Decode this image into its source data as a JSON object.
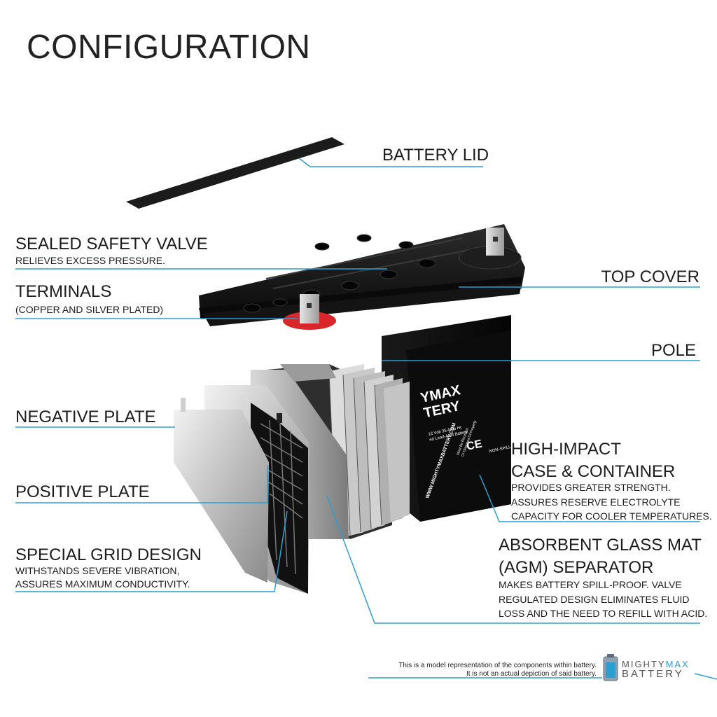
{
  "title": "CONFIGURATION",
  "labels": {
    "battery_lid": "BATTERY LID",
    "sealed_valve": "SEALED SAFETY VALVE",
    "sealed_valve_sub": "RELIEVES EXCESS PRESSURE.",
    "terminals": "TERMINALS",
    "terminals_sub": "(COPPER AND SILVER PLATED)",
    "top_cover": "TOP COVER",
    "pole": "POLE",
    "negative_plate": "NEGATIVE PLATE",
    "positive_plate": "POSITIVE PLATE",
    "grid_design": "SPECIAL GRID DESIGN",
    "grid_design_sub1": "WITHSTANDS SEVERE VIBRATION,",
    "grid_design_sub2": "ASSURES MAXIMUM CONDUCTIVITY.",
    "case_line1": "HIGH-IMPACT",
    "case_line2": "CASE & CONTAINER",
    "case_sub1": "PROVIDES GREATER STRENGTH.",
    "case_sub2": "ASSURES RESERVE ELECTROLYTE",
    "case_sub3": "CAPACITY FOR COOLER TEMPERATURES.",
    "agm_line1": "ABSORBENT GLASS MAT",
    "agm_line2": "(AGM) SEPARATOR",
    "agm_sub1": "MAKES BATTERY SPILL-PROOF. VALVE",
    "agm_sub2": "REGULATED DESIGN ELIMINATES FLUID",
    "agm_sub3": "LOSS AND THE NEED TO REFILL WITH ACID."
  },
  "battery_print": {
    "brand1": "YMAX",
    "brand2": "TERY",
    "spec1": "12 Volt 35 Amp Hr.",
    "spec2": "ed Lead-Acid Battery",
    "cert": "CE",
    "nonspill": "NON-SPILLABLE",
    "url": "WWW.MIGHTYMAXBATTERY.COM",
    "recycle1": "Must Be Recycled",
    "recycle2": "Or Disposed Of Properly"
  },
  "footer": {
    "line1": "This is a model representation of the components within battery.",
    "line2": "It is not an actual depiction of said battery."
  },
  "logo": {
    "word1_a": "MIGHTY",
    "word1_b": "MAX",
    "word2": "BATTERY"
  },
  "colors": {
    "leader": "#2a9fd0",
    "terminal_red": "#d8262a",
    "logo_blue": "#2a9fd0"
  }
}
